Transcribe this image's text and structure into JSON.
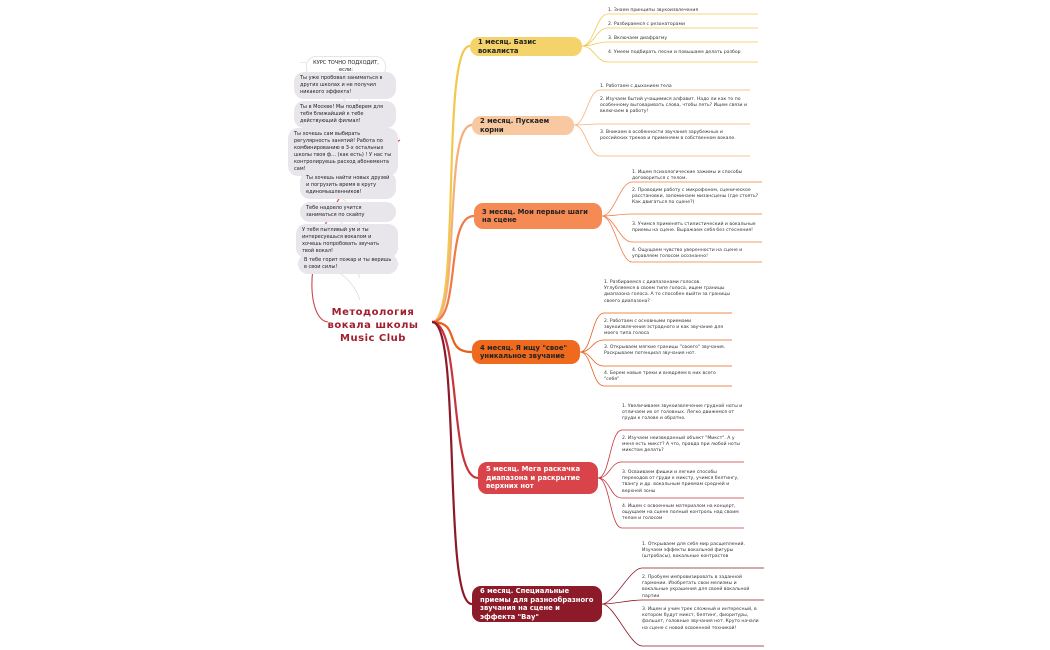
{
  "title": {
    "line1": "Методология",
    "line2": "вокала школы",
    "line3": "Music Club"
  },
  "left": {
    "header": "КУРС ТОЧНО ПОДХОДИТ, если:",
    "items": [
      "Ты уже пробовал заниматься в других школах и не получил никакого эффекта!",
      "Ты в Москве! Мы подберем для тебя ближайший к тебе действующий филиал!",
      "Ты хочешь сам выбирать регулярность занятий! Работа по комбинированию в 3-х остальных школы твоя ф... (как есть) ! У нас ты контролируешь расход абонемента сам!",
      "Ты хочешь найти новых друзей и погрузить время в кругу единомышленников!",
      "Тебе надоело учится заниматься по скайпу",
      "У тебя пытливый ум и ты интересуешься вокалом и хочешь попробовать звучать твой вокал!",
      "В тебе горит пожар и ты веришь в свои силы!"
    ]
  },
  "months": [
    {
      "label": "1 месяц. Базис вокалиста",
      "color": "#f5d36b",
      "text_color": "#222222",
      "line": "#f0c94e",
      "leaves": [
        "1. Знаем принципы звукоизвлечения",
        "2. Разбираемся с резонаторами",
        "3. Включаем диафрагму",
        "4. Умеем подбирать песни и повышаем делать разбор"
      ]
    },
    {
      "label": "2 месяц. Пускаем корни",
      "color": "#f8c8a0",
      "text_color": "#222222",
      "line": "#f5b07a",
      "leaves": [
        "1. Работаем с дыханием тела",
        "2. Изучаем бытий учащимися алфавит. Надо ли как то по особенному выговаривать слова, чтобы петь? Ищем связи и включаем в работу!",
        "3. Вникаем в особенности звучания зарубежных и российских треков и применяем в собственном вокале."
      ]
    },
    {
      "label": "3 месяц. Мои первые шаги на сцене",
      "color": "#f58a55",
      "text_color": "#222222",
      "line": "#f07a45",
      "leaves": [
        "1. Ищем психологические зажимы и способы договориться с телом.",
        "2. Проводим работу с микрофоном, сценическое расстановки, запоминаем мизансцены (где стоять? Как двигаться по сцене?)",
        "3. Учимся применять стилистический и вокальные приемы на сцене. Выражаем себя без стеснения!",
        "4. Ощущаем чувство уверенности на сцене и управляем голосом осознанно!"
      ]
    },
    {
      "label": "4 месяц. Я ищу \"свое\" уникальное звучание",
      "color": "#f06a1e",
      "text_color": "#222222",
      "line": "#e8601a",
      "leaves": [
        "1. Разбираемся с диапазонами голосов. Углубляемся в своем типе голоса, ищем границы диапазона голоса. А то способен выйти за границы своего диапазона?",
        "2. Работаем с основными приемами звукоизвлечения эстрадного и как звучание для моего типа голоса",
        "3. Открываем мягкие границы \"своего\" звучания. Раскрываем потенциал звучания нот.",
        "4. Берем новые треки и внедряем в них всего \"себя\""
      ]
    },
    {
      "label": "5 месяц. Мега раскачка диапазона и раскрытие верхних нот",
      "color": "#d9434a",
      "text_color": "#ffffff",
      "line": "#c8343c",
      "leaves": [
        "1. Увеличиваем звукоизвлечение грудной ноты и отличаем их от головных. Легко движемся от груди к голове и обратно.",
        "2. Изучаем неизведанный объект \"Микст\". А у меня есть микст? А что, правда при любой ноты микстом делать?",
        "3. Осваиваем фишки и легкие способы переходов от груди к миксту, учимся белтингу, твангу и др. вокальным приемам средней и верхней зоны",
        "4. Ищем с освоенным материалом на концерт, ощущаем на сцене полный контроль над своим телом и голосом"
      ]
    },
    {
      "label": "6 месяц. Специальные приемы для разнообразного звучания на сцене и эффекта \"Вау\"",
      "color": "#8c1a28",
      "text_color": "#ffffff",
      "line": "#8c1a28",
      "leaves": [
        "1. Открываем для себя мир расщеплений. Изучаем эффекты вокальной фигуры (штробасы), вокальные контрастов",
        "2. Пробуем импровизировать в заданной гармонии. Изобретать свои мелизмы и вокальные украшения для своей вокальной партии",
        "3. Ищем и учим трек сложный и интересный, в котором будут микст, белтинг, фиоритуры, фальцет, головные звучания нот. Круто начали на сцене с новой освоенной техникой!"
      ]
    }
  ]
}
